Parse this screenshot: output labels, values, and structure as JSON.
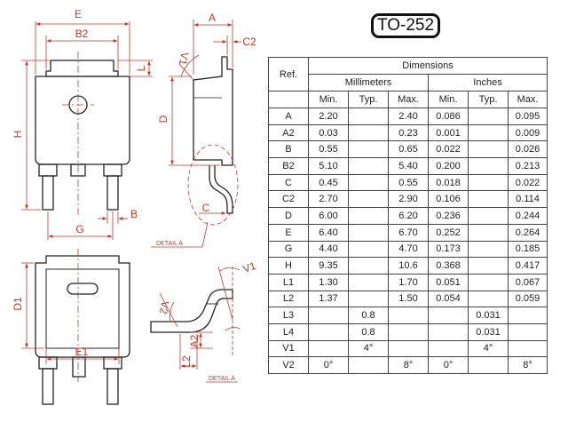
{
  "package_title": "TO-252",
  "labels": {
    "E": "E",
    "B2": "B2",
    "L": "L",
    "H": "H",
    "G": "G",
    "B": "B",
    "A": "A",
    "C2": "C2",
    "V1": "V1",
    "D": "D",
    "C": "C",
    "detail_a": "DETAIL A",
    "D1": "D1",
    "E1": "E1",
    "V1b": "V1",
    "V2": "V2",
    "A2": "A2",
    "L2": "L2",
    "detail_a_small": "DETAIL A"
  },
  "table": {
    "ref_header": "Ref.",
    "dimensions_header": "Dimensions",
    "mm_header": "Millimeters",
    "in_header": "Inches",
    "sub_headers": [
      "Min.",
      "Typ.",
      "Max.",
      "Min.",
      "Typ.",
      "Max."
    ],
    "rows": [
      {
        "ref": "A",
        "vals": [
          "2.20",
          "",
          "2.40",
          "0.086",
          "",
          "0.095"
        ]
      },
      {
        "ref": "A2",
        "vals": [
          "0.03",
          "",
          "0.23",
          "0.001",
          "",
          "0.009"
        ]
      },
      {
        "ref": "B",
        "vals": [
          "0.55",
          "",
          "0.65",
          "0.022",
          "",
          "0.026"
        ]
      },
      {
        "ref": "B2",
        "vals": [
          "5.10",
          "",
          "5.40",
          "0.200",
          "",
          "0.213"
        ]
      },
      {
        "ref": "C",
        "vals": [
          "0.45",
          "",
          "0.55",
          "0.018",
          "",
          "0.022"
        ]
      },
      {
        "ref": "C2",
        "vals": [
          "2.70",
          "",
          "2.90",
          "0.106",
          "",
          "0.114"
        ]
      },
      {
        "ref": "D",
        "vals": [
          "6.00",
          "",
          "6.20",
          "0.236",
          "",
          "0.244"
        ]
      },
      {
        "ref": "E",
        "vals": [
          "6.40",
          "",
          "6.70",
          "0.252",
          "",
          "0.264"
        ]
      },
      {
        "ref": "G",
        "vals": [
          "4.40",
          "",
          "4.70",
          "0.173",
          "",
          "0.185"
        ]
      },
      {
        "ref": "H",
        "vals": [
          "9.35",
          "",
          "10.6",
          "0.368",
          "",
          "0.417"
        ]
      },
      {
        "ref": "L1",
        "vals": [
          "1.30",
          "",
          "1.70",
          "0.051",
          "",
          "0.067"
        ]
      },
      {
        "ref": "L2",
        "vals": [
          "1.37",
          "",
          "1.50",
          "0.054",
          "",
          "0.059"
        ]
      },
      {
        "ref": "L3",
        "vals": [
          "",
          "0.8",
          "",
          "",
          "0.031",
          ""
        ]
      },
      {
        "ref": "L4",
        "vals": [
          "",
          "0.8",
          "",
          "",
          "0.031",
          ""
        ]
      },
      {
        "ref": "V1",
        "vals": [
          "",
          "4°",
          "",
          "",
          "4°",
          ""
        ]
      },
      {
        "ref": "V2",
        "vals": [
          "0°",
          "",
          "8°",
          "0°",
          "",
          "8°"
        ]
      }
    ]
  }
}
